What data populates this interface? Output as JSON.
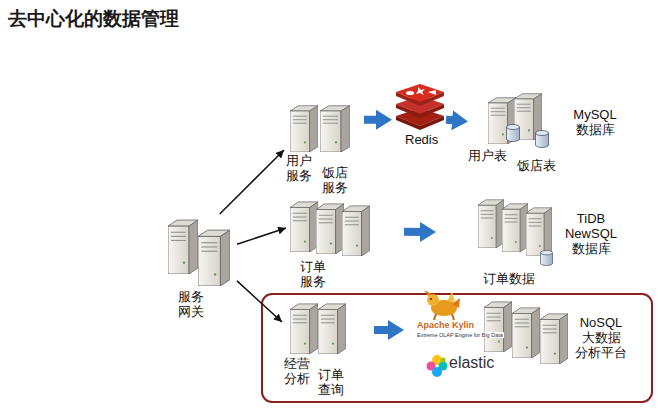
{
  "diagram": {
    "title": "去中心化的数据管理",
    "nodes": [
      {
        "text": [
          "服务 网关"
        ]
      },
      {
        "text": [
          "用户 服务",
          "饭店 服务"
        ]
      },
      {
        "text": [
          "Redis"
        ]
      },
      {
        "text": [
          "用户表",
          "饭店表",
          "MySQL 数据库"
        ]
      },
      {
        "text": [
          "订单 服务"
        ]
      },
      {
        "text": [
          "订单数据",
          "TiDB NewSQL 数据库"
        ]
      },
      {
        "text": [
          "经营 分析",
          "订单 查询"
        ]
      },
      {
        "text": [
          "Apache Kylin",
          "Extreme OLAP Engine for Big Data"
        ]
      },
      {
        "text": [
          "elastic"
        ]
      },
      {
        "text": [
          "NoSQL 大数据 分析平台"
        ]
      }
    ],
    "edges": [
      {
        "from": 0,
        "to": 1,
        "arrow": "to"
      },
      {
        "from": 0,
        "to": 4,
        "arrow": "to"
      },
      {
        "from": 0,
        "to": 6,
        "arrow": "to"
      },
      {
        "from": 1,
        "to": 2,
        "arrow": "to"
      },
      {
        "from": 2,
        "to": 3,
        "arrow": "to"
      },
      {
        "from": 4,
        "to": 5,
        "arrow": "to"
      },
      {
        "from": 6,
        "to": 7,
        "arrow": "to"
      }
    ]
  }
}
